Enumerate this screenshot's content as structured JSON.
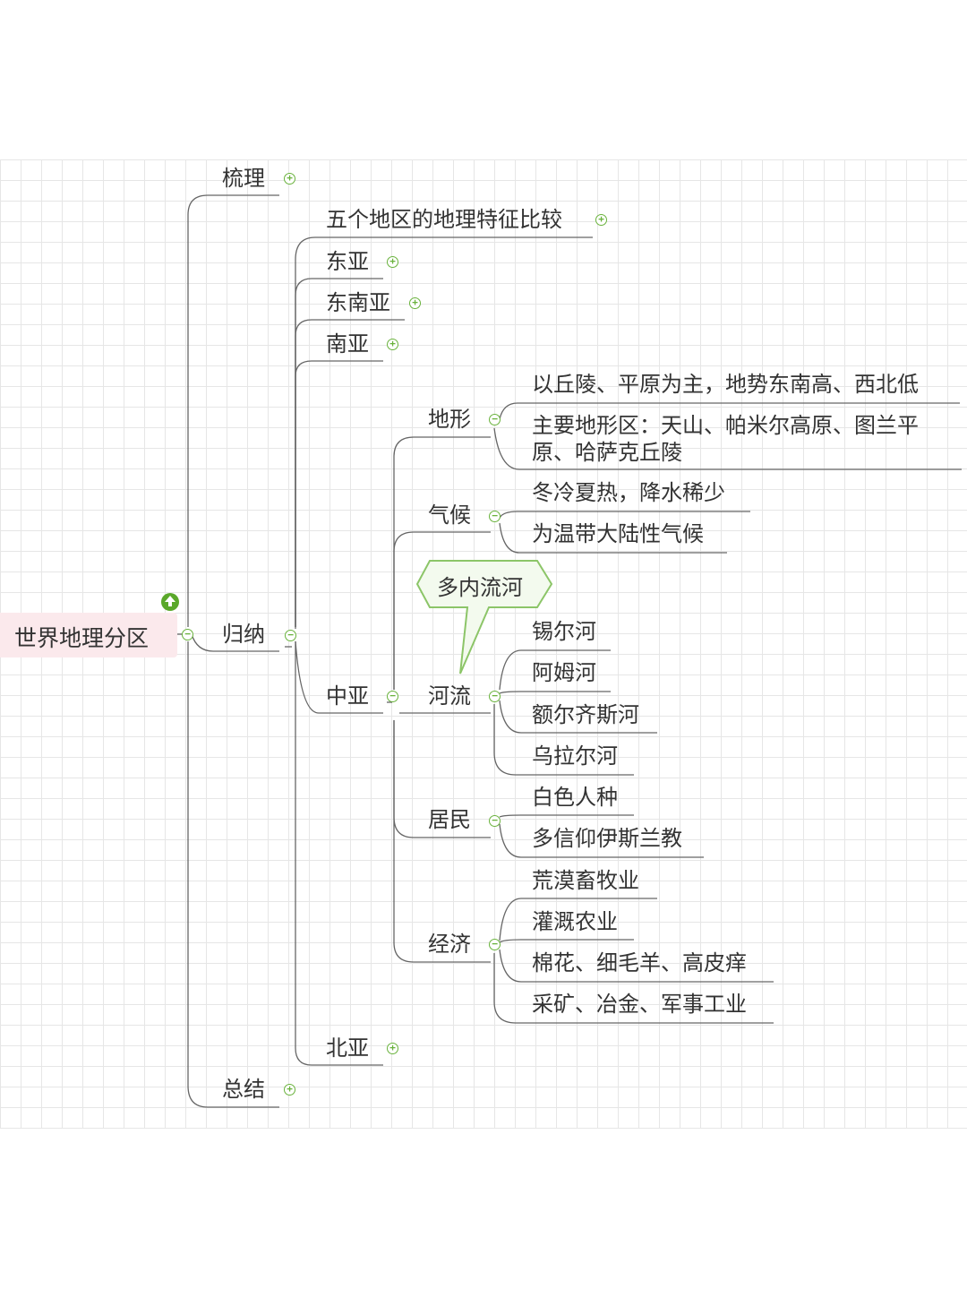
{
  "root": {
    "label": "世界地理分区"
  },
  "level1": {
    "shuli": "梳理",
    "guina": "归纳",
    "zongjie": "总结"
  },
  "guina_children": {
    "compare": "五个地区的地理特征比较",
    "dongya": "东亚",
    "dongnanya": "东南亚",
    "nanya": "南亚",
    "zhongya": "中亚",
    "beiya": "北亚"
  },
  "zhongya_children": {
    "dixing": "地形",
    "qihou": "气候",
    "heliu": "河流",
    "jumin": "居民",
    "jingji": "经济"
  },
  "dixing_items": [
    "以丘陵、平原为主，地势东南高、西北低",
    "主要地形区：天山、帕米尔高原、图兰平原、哈萨克丘陵"
  ],
  "qihou_items": [
    "冬冷夏热，降水稀少",
    "为温带大陆性气候"
  ],
  "heliu_items": [
    "锡尔河",
    "阿姆河",
    "额尔齐斯河",
    "乌拉尔河"
  ],
  "jumin_items": [
    "白色人种",
    "多信仰伊斯兰教"
  ],
  "jingji_items": [
    "荒漠畜牧业",
    "灌溉农业",
    "棉花、细毛羊、高皮痒",
    "采矿、冶金、军事工业"
  ],
  "callout": {
    "label": "多内流河"
  },
  "toggles": {
    "expand": "+",
    "collapse": "−"
  },
  "colors": {
    "line": "#666666",
    "toggle": "#69b23c",
    "callout_border": "#8cc568",
    "callout_fill": "#f3faee",
    "root_bg": "#fbe9ec"
  },
  "icons": {
    "up": "up-arrow-icon",
    "expand": "plus-circle-icon",
    "collapse": "minus-circle-icon"
  }
}
